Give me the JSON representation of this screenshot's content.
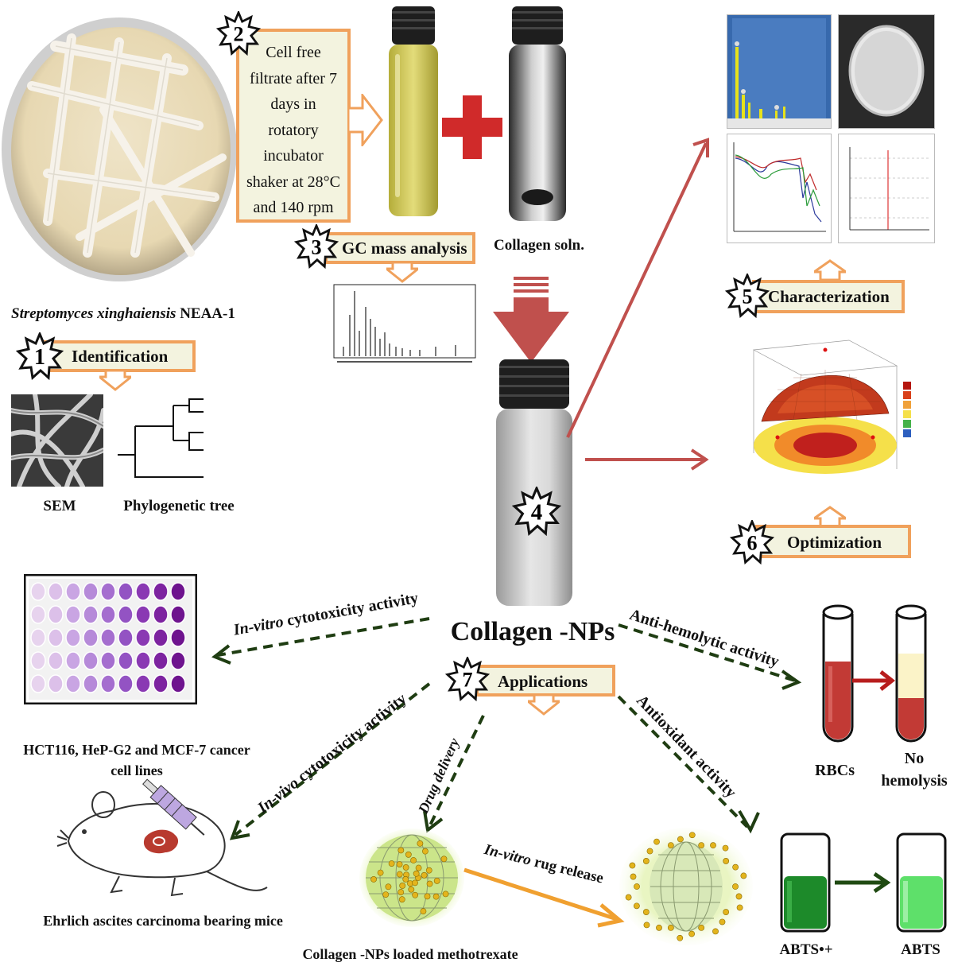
{
  "organism": {
    "genus_species": "Streptomyces xinghaiensis",
    "strain": "NEAA-1"
  },
  "steps": {
    "s1": {
      "num": "1",
      "label": "Identification"
    },
    "s2": {
      "num": "2",
      "lines": [
        "Cell free",
        "filtrate after 7",
        "days in",
        "rotatory",
        "incubator",
        "shaker at 28°C",
        "and 140 rpm"
      ]
    },
    "s3": {
      "num": "3",
      "label": "GC mass analysis"
    },
    "s4": {
      "num": "4"
    },
    "s5": {
      "num": "5",
      "label": "Characterization"
    },
    "s6": {
      "num": "6",
      "label": "Optimization"
    },
    "s7": {
      "num": "7",
      "label": "Applications"
    }
  },
  "captions": {
    "sem": "SEM",
    "phylo": "Phylogenetic tree",
    "collagen_soln": "Collagen soln.",
    "product": "Collagen -NPs",
    "cell_lines": [
      "HCT116, HeP-G2 and MCF-7 cancer",
      "cell lines"
    ],
    "mice": "Ehrlich ascites carcinoma bearing mice",
    "mtx": "Collagen -NPs loaded methotrexate",
    "rbcs": "RBCs",
    "no_hemolysis": [
      "No",
      "hemolysis"
    ],
    "abts_radical": "ABTS•+",
    "abts": "ABTS"
  },
  "arrows": {
    "invitro_cyto_italic": "In-vitro",
    "invitro_cyto_rest": " cytotoxicity activity",
    "invivo_cyto_italic": "In-vivo",
    "invivo_cyto_rest": " cytotoxicity activity",
    "drug_delivery": "Drug delivery",
    "antihemolytic": "Anti-hemolytic activity",
    "antioxidant": "Antioxidant  activity",
    "release_italic": "In-vitro",
    "release_rest": " rug release"
  },
  "colors": {
    "box_border": "#f0a15c",
    "box_fill": "#f3f3df",
    "red_arrow": "#c0504d",
    "dashed_green": "#1f3d12",
    "orange_arrow": "#f0a030"
  }
}
